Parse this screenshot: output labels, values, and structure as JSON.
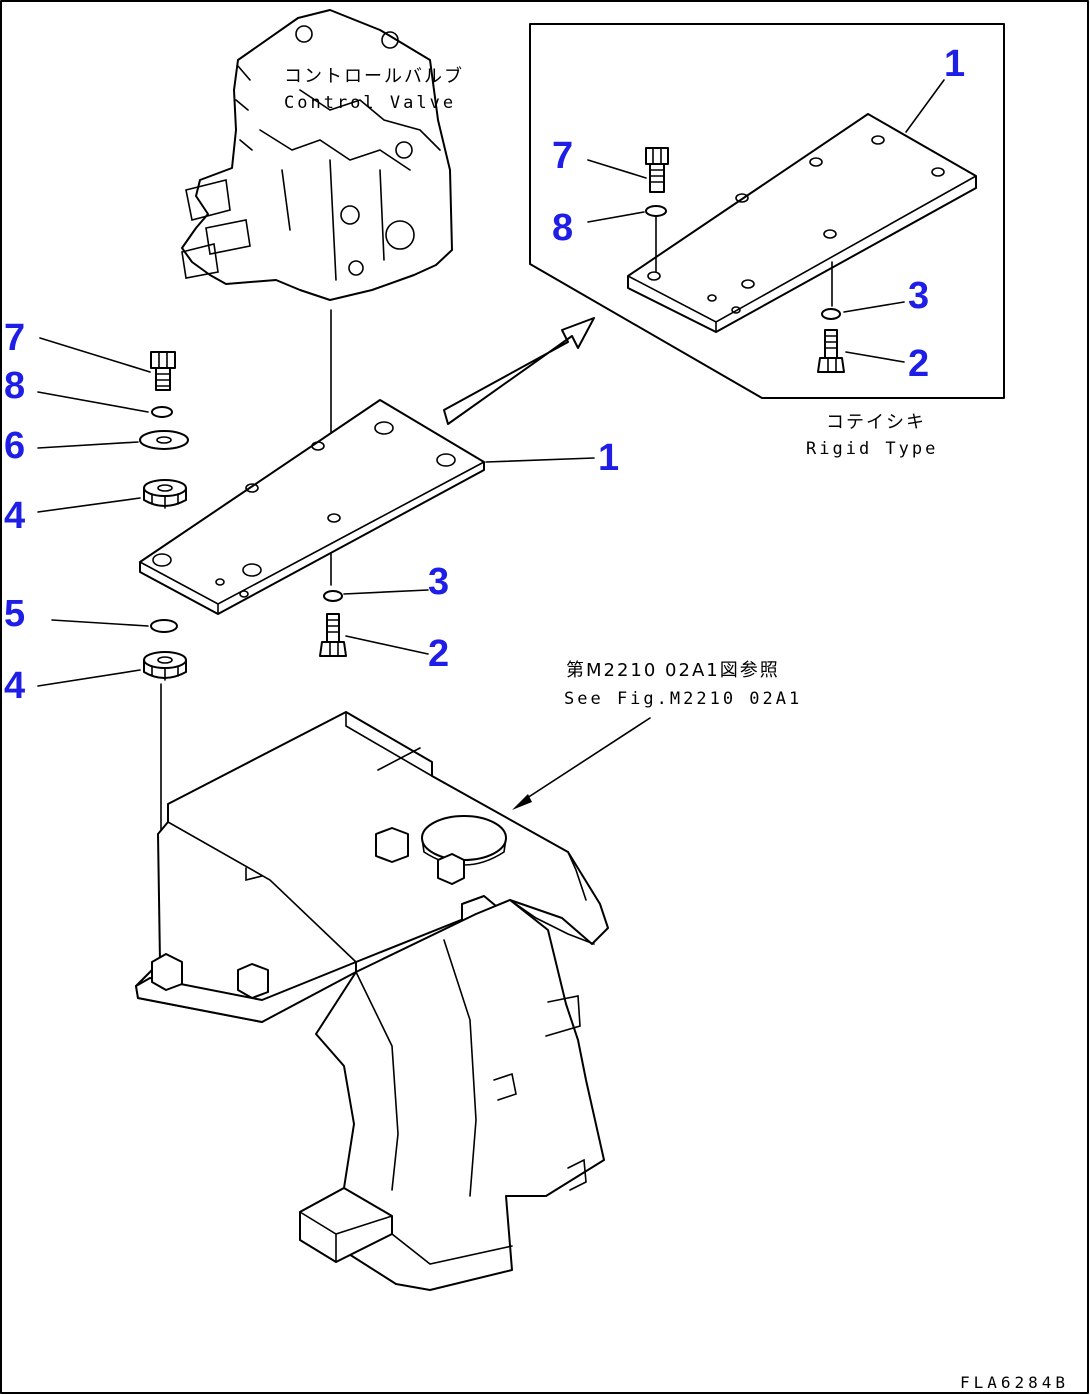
{
  "labels": {
    "control_valve_jp": "コントロールバルブ",
    "control_valve_en": "Control Valve",
    "rigid_type_jp": "コテイシキ",
    "rigid_type_en": "Rigid Type",
    "see_fig_jp": "第M2210 02A1図参照",
    "see_fig_en": "See Fig.M2210 02A1",
    "drawing_code": "FLA6284B"
  },
  "callouts": {
    "main": {
      "item_7": "7",
      "item_8": "8",
      "item_6": "6",
      "item_4_upper": "4",
      "item_5": "5",
      "item_4_lower": "4",
      "item_1": "1",
      "item_3": "3",
      "item_2": "2"
    },
    "inset": {
      "item_1": "1",
      "item_7": "7",
      "item_8": "8",
      "item_3": "3",
      "item_2": "2"
    }
  },
  "colors": {
    "callout": "#1e1ee6",
    "line": "#000000",
    "background": "#ffffff"
  }
}
